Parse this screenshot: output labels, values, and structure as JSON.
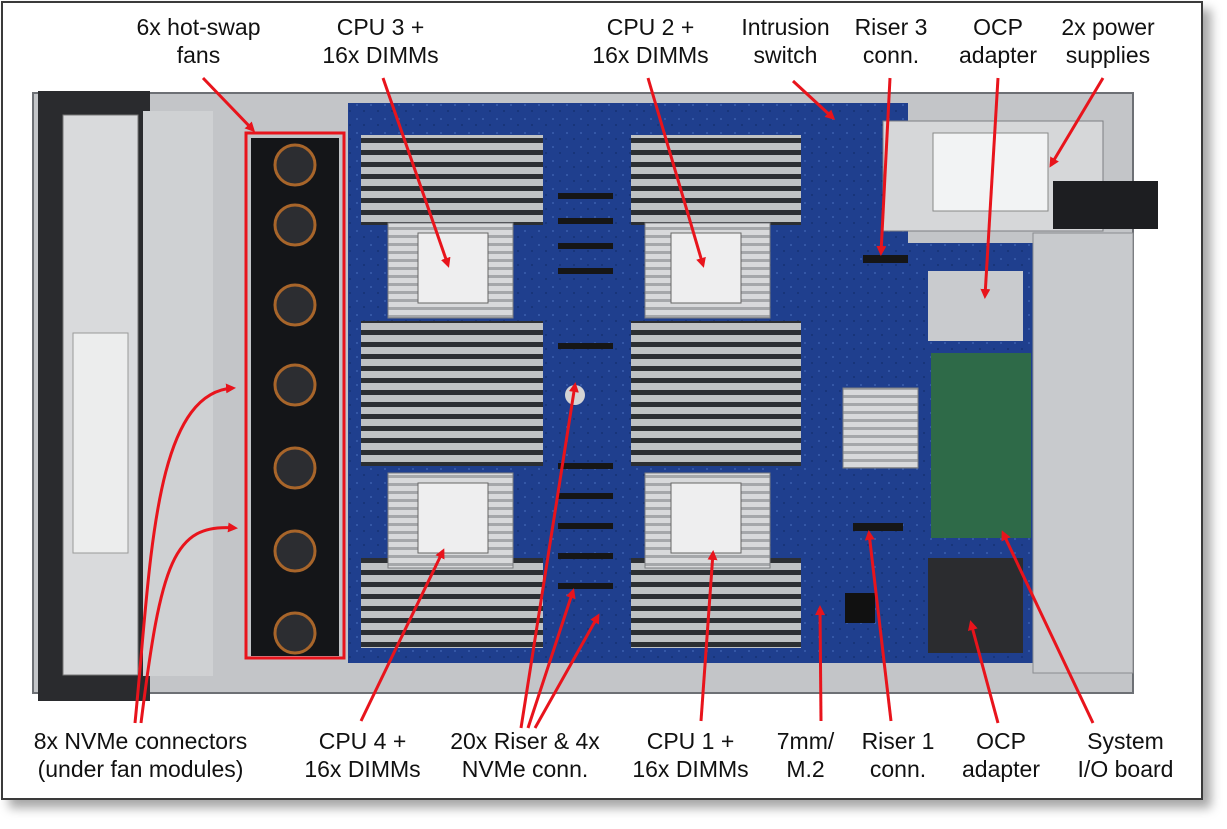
{
  "labels": {
    "fans": [
      "6x hot-swap",
      "fans"
    ],
    "cpu3": [
      "CPU 3 +",
      "16x DIMMs"
    ],
    "cpu2": [
      "CPU 2 +",
      "16x DIMMs"
    ],
    "intrusion": [
      "Intrusion",
      "switch"
    ],
    "riser3": [
      "Riser 3",
      "conn."
    ],
    "ocp_top": [
      "OCP",
      "adapter"
    ],
    "psu": [
      "2x power",
      "supplies"
    ],
    "nvme": [
      "8x NVMe connectors",
      "(under fan modules)"
    ],
    "cpu4": [
      "CPU 4 +",
      "16x DIMMs"
    ],
    "riser20": [
      "20x Riser & 4x",
      "NVMe conn."
    ],
    "cpu1": [
      "CPU 1 +",
      "16x DIMMs"
    ],
    "m2": [
      "7mm/",
      "M.2"
    ],
    "riser1": [
      "Riser 1",
      "conn."
    ],
    "ocp_bottom": [
      "OCP",
      "adapter"
    ],
    "sysio": [
      "System",
      "I/O board"
    ]
  },
  "colors": {
    "arrow": "#e8141c",
    "board": "#1e3f8f",
    "chassis": "#b9bcc0",
    "frame": "#3a3a3a"
  }
}
